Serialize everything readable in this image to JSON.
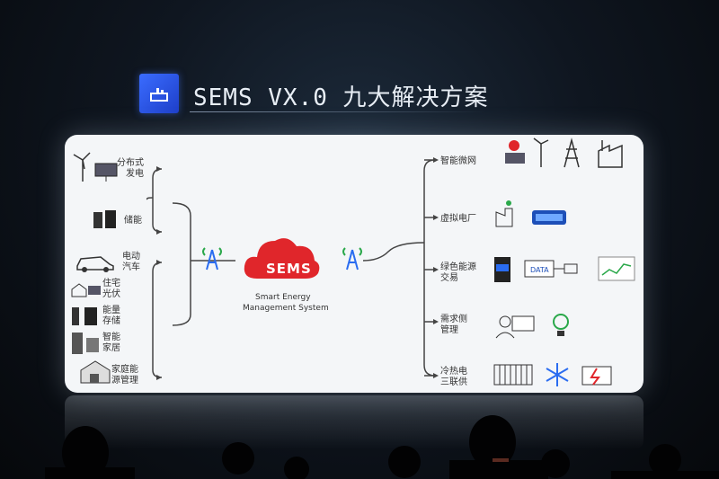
{
  "title": {
    "text": "SEMS VX.0 九大解决方案"
  },
  "center": {
    "name": "SEMS",
    "subtitle_line1": "Smart Energy",
    "subtitle_line2": "Management System"
  },
  "left_items": [
    {
      "label_line1": "分布式",
      "label_line2": "发电"
    },
    {
      "label_line1": "储能",
      "label_line2": ""
    },
    {
      "label_line1": "电动",
      "label_line2": "汽车"
    },
    {
      "label_line1": "住宅",
      "label_line2": "光伏"
    },
    {
      "label_line1": "能量",
      "label_line2": "存储"
    },
    {
      "label_line1": "智能",
      "label_line2": "家居"
    },
    {
      "label_line1": "家庭能",
      "label_line2": "源管理"
    }
  ],
  "right_items": [
    {
      "label_line1": "智能微网",
      "label_line2": ""
    },
    {
      "label_line1": "虚拟电厂",
      "label_line2": ""
    },
    {
      "label_line1": "绿色能源",
      "label_line2": "交易"
    },
    {
      "label_line1": "需求侧",
      "label_line2": "管理"
    },
    {
      "label_line1": "冷热电",
      "label_line2": "三联供"
    }
  ],
  "data_box": "DATA",
  "colors": {
    "accent_red": "#e0262b",
    "accent_green": "#2aa84a",
    "board": "#f4f6f8",
    "title_icon": "#2f5bf0"
  },
  "icons": [
    "sems-logo-icon",
    "wind-turbine-icon",
    "solar-panel-icon",
    "battery-icon",
    "car-icon",
    "house-icon",
    "signal-tower-icon",
    "sun-icon",
    "power-tower-icon",
    "factory-icon",
    "server-icon",
    "chart-icon",
    "snowflake-icon",
    "radiator-icon",
    "lightbulb-icon",
    "person-computer-icon"
  ]
}
